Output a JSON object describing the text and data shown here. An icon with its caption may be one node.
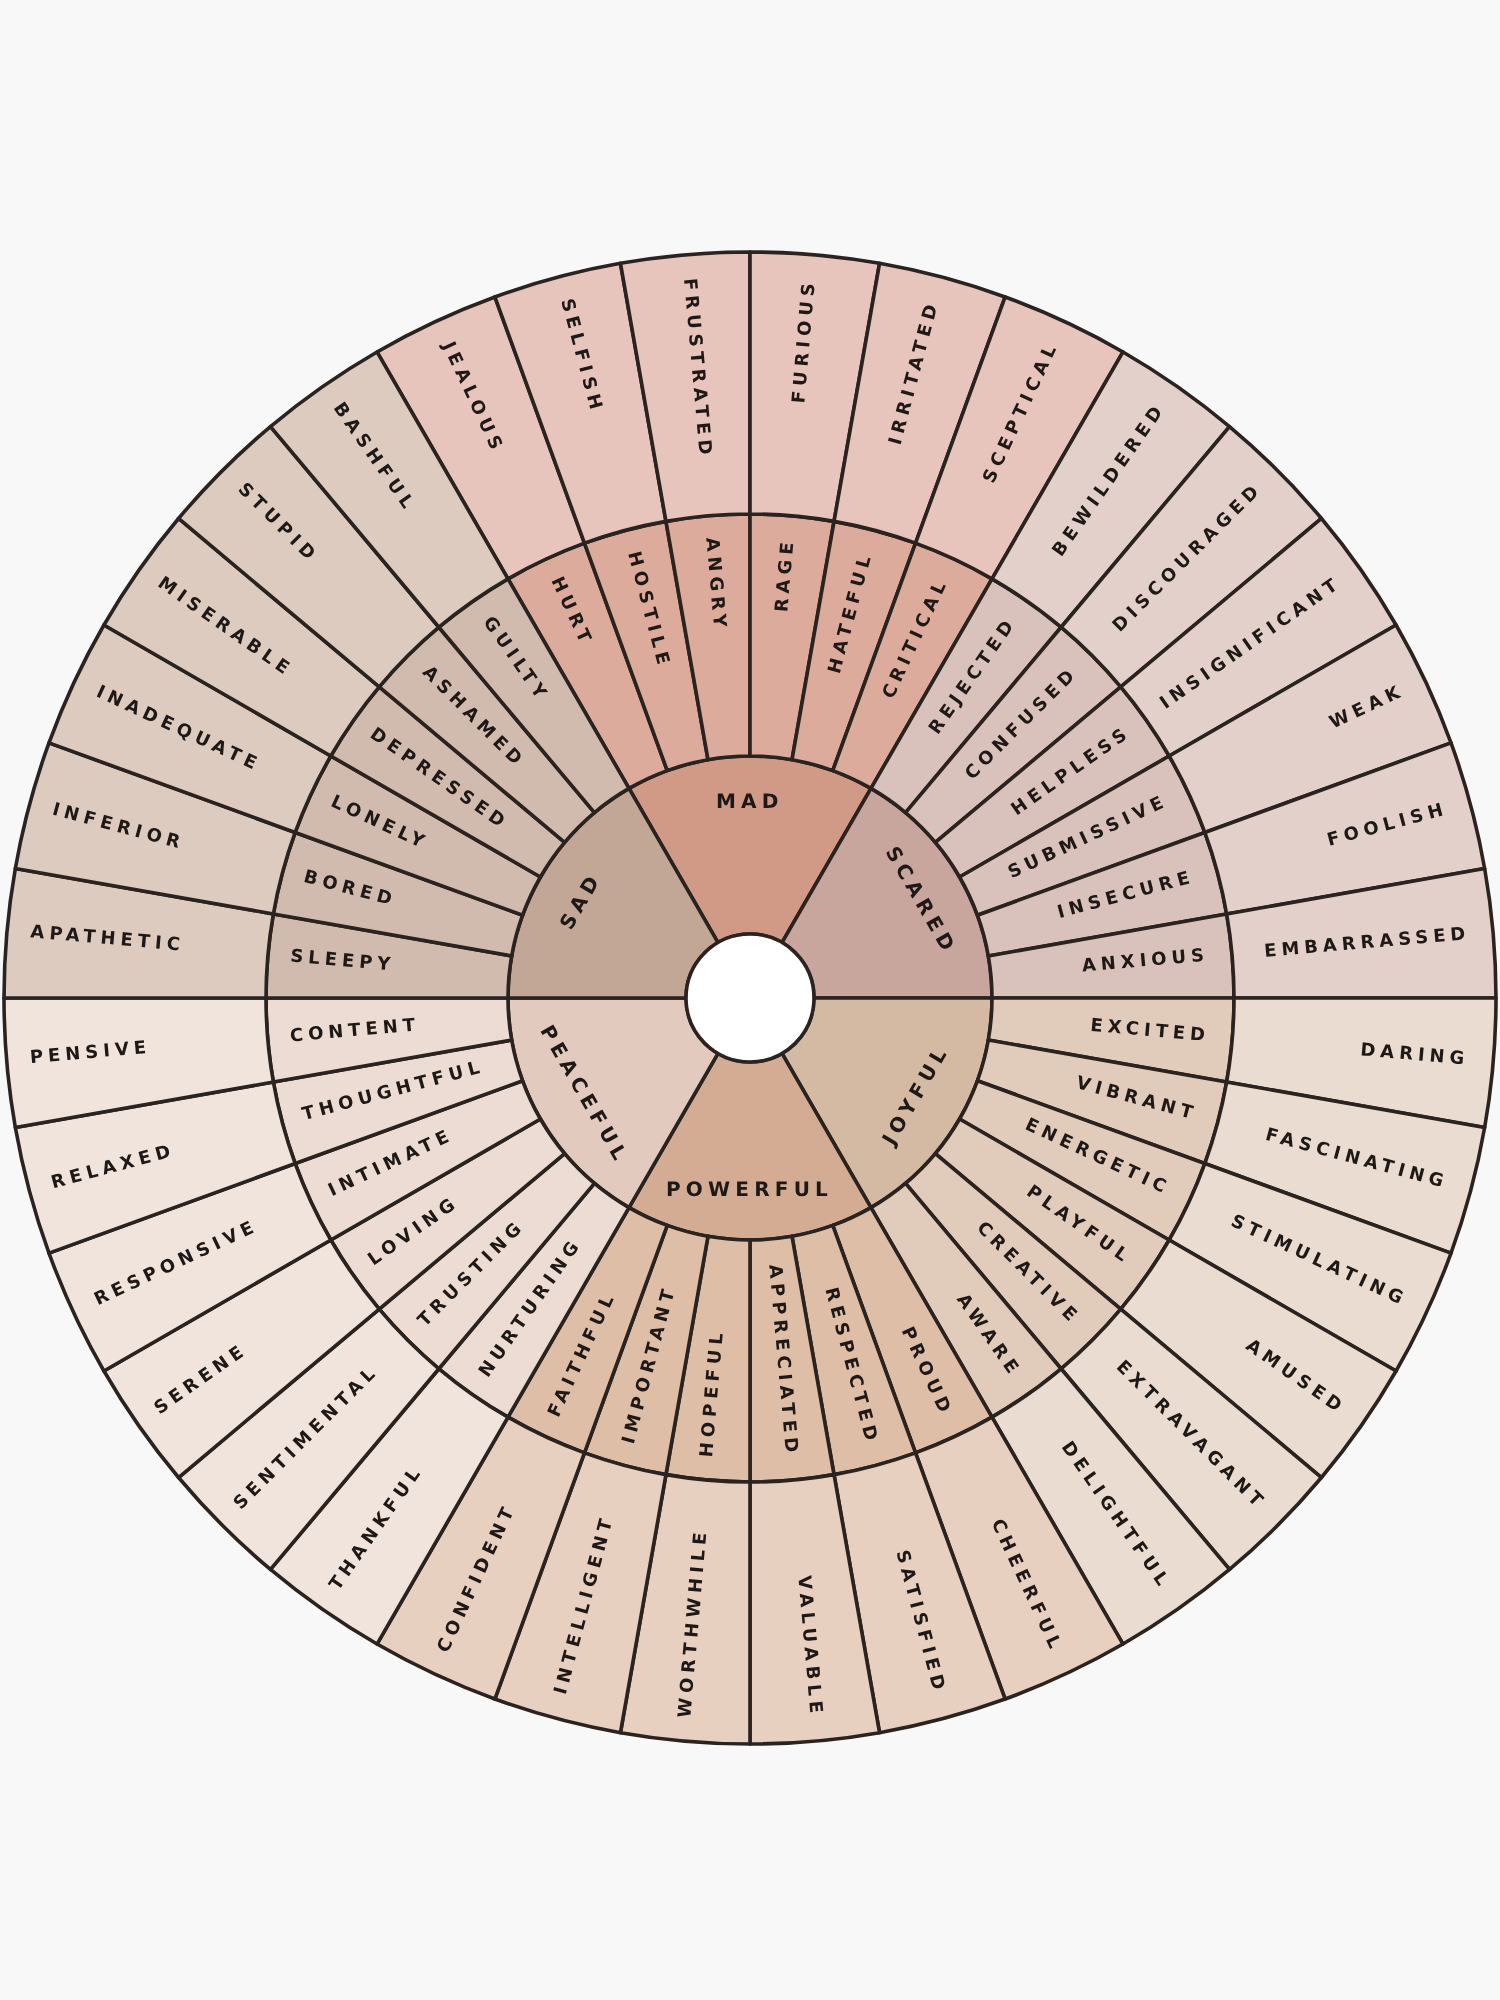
{
  "diagram": {
    "nodes": [
      {
        "text": [
          "MAD"
        ]
      },
      {
        "text": [
          "SCARED"
        ]
      },
      {
        "text": [
          "JOYFUL"
        ]
      },
      {
        "text": [
          "POWERFUL"
        ]
      },
      {
        "text": [
          "PEACEFUL"
        ]
      },
      {
        "text": [
          "SAD"
        ]
      },
      {
        "text": [
          "HURT"
        ]
      },
      {
        "text": [
          "HOSTILE"
        ]
      },
      {
        "text": [
          "ANGRY"
        ]
      },
      {
        "text": [
          "RAGE"
        ]
      },
      {
        "text": [
          "HATEFUL"
        ]
      },
      {
        "text": [
          "CRITICAL"
        ]
      },
      {
        "text": [
          "REJECTED"
        ]
      },
      {
        "text": [
          "CONFUSED"
        ]
      },
      {
        "text": [
          "HELPLESS"
        ]
      },
      {
        "text": [
          "SUBMISSIVE"
        ]
      },
      {
        "text": [
          "INSECURE"
        ]
      },
      {
        "text": [
          "ANXIOUS"
        ]
      },
      {
        "text": [
          "EXCITED"
        ]
      },
      {
        "text": [
          "VIBRANT"
        ]
      },
      {
        "text": [
          "ENERGETIC"
        ]
      },
      {
        "text": [
          "PLAYFUL"
        ]
      },
      {
        "text": [
          "CREATIVE"
        ]
      },
      {
        "text": [
          "AWARE"
        ]
      },
      {
        "text": [
          "PROUD"
        ]
      },
      {
        "text": [
          "RESPECTED"
        ]
      },
      {
        "text": [
          "APPRECIATED"
        ]
      },
      {
        "text": [
          "HOPEFUL"
        ]
      },
      {
        "text": [
          "IMPORTANT"
        ]
      },
      {
        "text": [
          "FAITHFUL"
        ]
      },
      {
        "text": [
          "NURTURING"
        ]
      },
      {
        "text": [
          "TRUSTING"
        ]
      },
      {
        "text": [
          "LOVING"
        ]
      },
      {
        "text": [
          "INTIMATE"
        ]
      },
      {
        "text": [
          "THOUGHTFUL"
        ]
      },
      {
        "text": [
          "CONTENT"
        ]
      },
      {
        "text": [
          "SLEEPY"
        ]
      },
      {
        "text": [
          "BORED"
        ]
      },
      {
        "text": [
          "LONELY"
        ]
      },
      {
        "text": [
          "DEPRESSED"
        ]
      },
      {
        "text": [
          "ASHAMED"
        ]
      },
      {
        "text": [
          "GUILTY"
        ]
      },
      {
        "text": [
          "JEALOUS"
        ]
      },
      {
        "text": [
          "SELFISH"
        ]
      },
      {
        "text": [
          "FRUSTRATED"
        ]
      },
      {
        "text": [
          "FURIOUS"
        ]
      },
      {
        "text": [
          "IRRITATED"
        ]
      },
      {
        "text": [
          "SCEPTICAL"
        ]
      },
      {
        "text": [
          "BEWILDERED"
        ]
      },
      {
        "text": [
          "DISCOURAGED"
        ]
      },
      {
        "text": [
          "INSIGNIFICANT"
        ]
      },
      {
        "text": [
          "WEAK"
        ]
      },
      {
        "text": [
          "FOOLISH"
        ]
      },
      {
        "text": [
          "EMBARRASSED"
        ]
      },
      {
        "text": [
          "DARING"
        ]
      },
      {
        "text": [
          "FASCINATING"
        ]
      },
      {
        "text": [
          "STIMULATING"
        ]
      },
      {
        "text": [
          "AMUSED"
        ]
      },
      {
        "text": [
          "EXTRAVAGANT"
        ]
      },
      {
        "text": [
          "DELIGHTFUL"
        ]
      },
      {
        "text": [
          "CHEERFUL"
        ]
      },
      {
        "text": [
          "SATISFIED"
        ]
      },
      {
        "text": [
          "VALUABLE"
        ]
      },
      {
        "text": [
          "WORTHWHILE"
        ]
      },
      {
        "text": [
          "INTELLIGENT"
        ]
      },
      {
        "text": [
          "CONFIDENT"
        ]
      },
      {
        "text": [
          "THANKFUL"
        ]
      },
      {
        "text": [
          "SENTIMENTAL"
        ]
      },
      {
        "text": [
          "SERENE"
        ]
      },
      {
        "text": [
          "RESPONSIVE"
        ]
      },
      {
        "text": [
          "RELAXED"
        ]
      },
      {
        "text": [
          "PENSIVE"
        ]
      },
      {
        "text": [
          "APATHETIC"
        ]
      },
      {
        "text": [
          "INFERIOR"
        ]
      },
      {
        "text": [
          "INADEQUATE"
        ]
      },
      {
        "text": [
          "MISERABLE"
        ]
      },
      {
        "text": [
          "STUPID"
        ]
      },
      {
        "text": [
          "BASHFUL"
        ]
      }
    ]
  }
}
